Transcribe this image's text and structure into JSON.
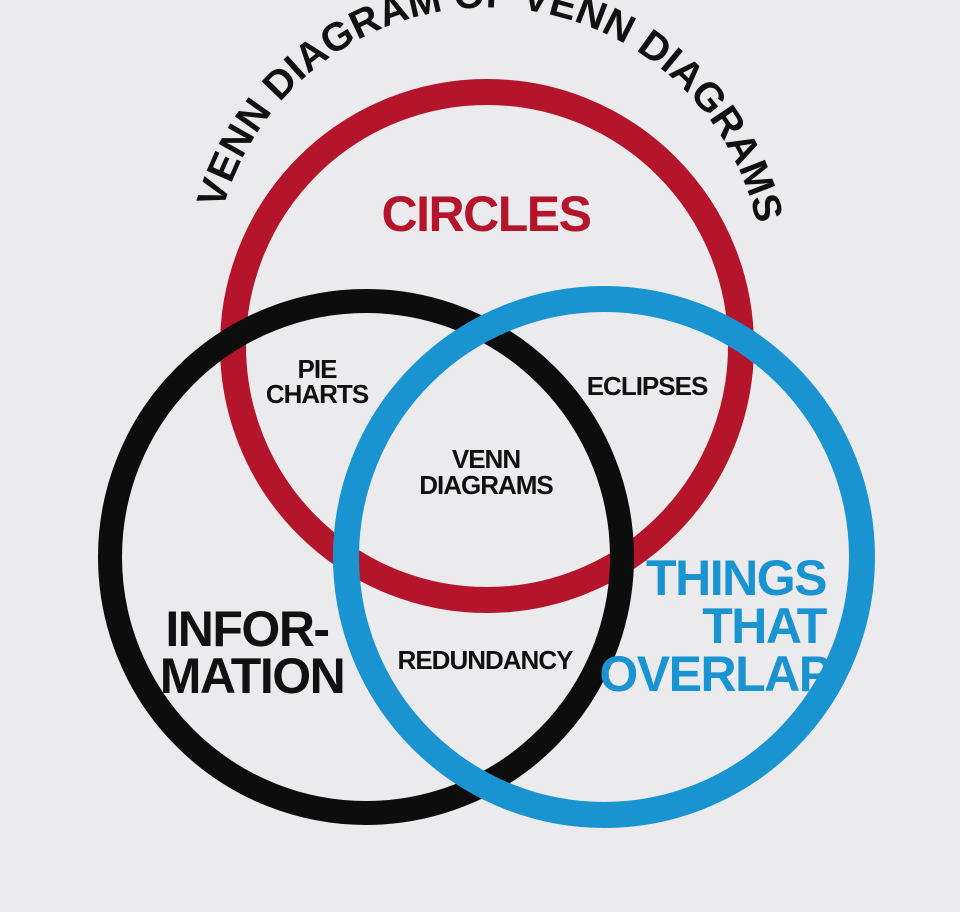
{
  "title": "VENN DIAGRAM OF VENN DIAGRAMS",
  "colors": {
    "background": "#ebebed",
    "circles": "#b5152b",
    "information": "#0d0d0d",
    "things_that_overlap": "#1a93d1",
    "text": "#111111"
  },
  "sets": {
    "circles": {
      "label": "CIRCLES"
    },
    "information": {
      "line1": "INFOR-",
      "line2": "MATION"
    },
    "things_that_overlap": {
      "line1": "THINGS",
      "line2": "THAT",
      "line3": "OVERLAP"
    }
  },
  "intersections": {
    "circles_information": {
      "line1": "PIE",
      "line2": "CHARTS"
    },
    "circles_overlap": {
      "label": "ECLIPSES"
    },
    "information_overlap": {
      "label": "REDUNDANCY"
    },
    "all_three": {
      "line1": "VENN",
      "line2": "DIAGRAMS"
    }
  }
}
